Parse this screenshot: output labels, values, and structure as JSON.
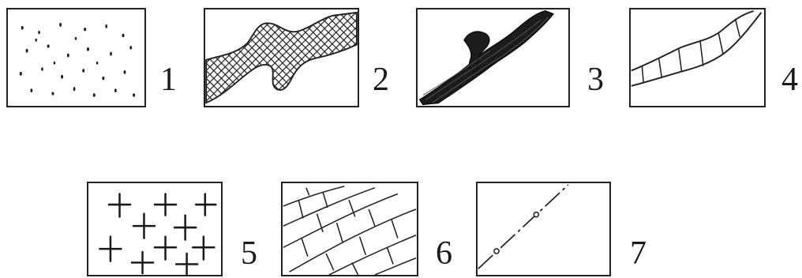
{
  "legend": {
    "items": [
      {
        "label": "1",
        "pattern": "dots-icon"
      },
      {
        "label": "2",
        "pattern": "crosshatch-band-icon"
      },
      {
        "label": "3",
        "pattern": "dark-vein-icon"
      },
      {
        "label": "4",
        "pattern": "segmented-band-icon"
      },
      {
        "label": "5",
        "pattern": "plus-marks-icon"
      },
      {
        "label": "6",
        "pattern": "curved-brick-icon"
      },
      {
        "label": "7",
        "pattern": "dash-dot-line-icon"
      }
    ]
  }
}
